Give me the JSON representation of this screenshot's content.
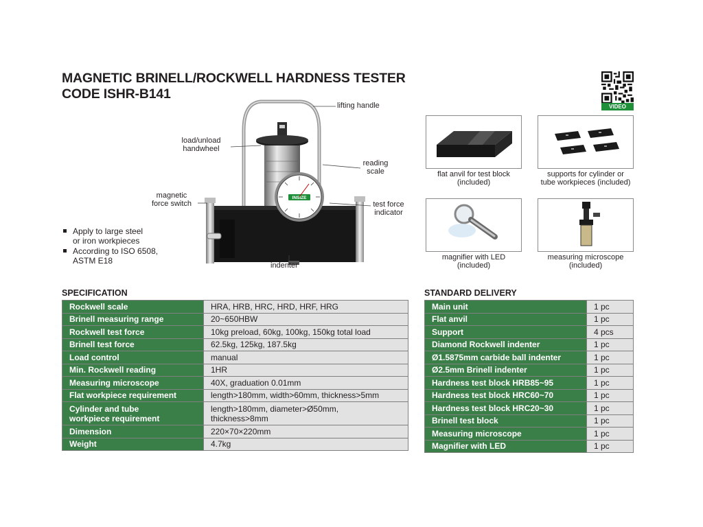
{
  "title": {
    "line1": "MAGNETIC BRINELL/ROCKWELL HARDNESS TESTER",
    "line2": "CODE ISHR-B141"
  },
  "qr_label": "VIDEO",
  "dial_brand": "INSIZE",
  "callouts": {
    "lifting_handle": "lifting handle",
    "handwheel_1": "load/unload",
    "handwheel_2": "handwheel",
    "reading_scale_1": "reading",
    "reading_scale_2": "scale",
    "magnetic_1": "magnetic",
    "magnetic_2": "force switch",
    "test_force_1": "test force",
    "test_force_2": "indicator",
    "indenter": "indenter"
  },
  "bullets": [
    {
      "l1": "Apply to large steel",
      "l2": "or iron workpieces"
    },
    {
      "l1": "According to ISO 6508,",
      "l2": "ASTM E18"
    }
  ],
  "accessories": [
    {
      "l1": "flat anvil for test block",
      "l2": "(included)"
    },
    {
      "l1": "supports for cylinder or",
      "l2": "tube workpieces (included)"
    },
    {
      "l1": "magnifier with LED",
      "l2": "(included)"
    },
    {
      "l1": "measuring  microscope",
      "l2": "(included)"
    }
  ],
  "specification": {
    "heading": "SPECIFICATION",
    "rows": [
      {
        "key": "Rockwell scale",
        "value": "HRA, HRB, HRC, HRD, HRF, HRG"
      },
      {
        "key": "Brinell measuring range",
        "value": "20~650HBW"
      },
      {
        "key": "Rockwell test force",
        "value": "10kg preload, 60kg, 100kg, 150kg total load"
      },
      {
        "key": "Brinell test force",
        "value": "62.5kg, 125kg, 187.5kg"
      },
      {
        "key": "Load control",
        "value": "manual"
      },
      {
        "key": "Min. Rockwell reading",
        "value": "1HR"
      },
      {
        "key": "Measuring microscope",
        "value": "40X, graduation 0.01mm"
      },
      {
        "key": "Flat workpiece requirement",
        "value": "length>180mm, width>60mm, thickness>5mm"
      },
      {
        "key": "Cylinder and tube",
        "key2": "workpiece requirement",
        "value": "length>180mm, diameter>Ø50mm,",
        "value2": "thickness>8mm"
      },
      {
        "key": "Dimension",
        "value": "220×70×220mm"
      },
      {
        "key": "Weight",
        "value": "4.7kg"
      }
    ]
  },
  "delivery": {
    "heading": "STANDARD DELIVERY",
    "rows": [
      {
        "key": "Main unit",
        "value": "1 pc"
      },
      {
        "key": "Flat anvil",
        "value": "1 pc"
      },
      {
        "key": "Support",
        "value": "4 pcs"
      },
      {
        "key": "Diamond Rockwell indenter",
        "value": "1 pc"
      },
      {
        "key": "Ø1.5875mm carbide ball indenter",
        "value": "1 pc"
      },
      {
        "key": "Ø2.5mm Brinell indenter",
        "value": "1 pc"
      },
      {
        "key": "Hardness test block HRB85~95",
        "value": "1 pc"
      },
      {
        "key": "Hardness test block HRC60~70",
        "value": "1 pc"
      },
      {
        "key": "Hardness test block HRC20~30",
        "value": "1 pc"
      },
      {
        "key": "Brinell test block",
        "value": "1 pc"
      },
      {
        "key": "Measuring microscope",
        "value": "1 pc"
      },
      {
        "key": "Magnifier with LED",
        "value": "1 pc"
      }
    ]
  }
}
